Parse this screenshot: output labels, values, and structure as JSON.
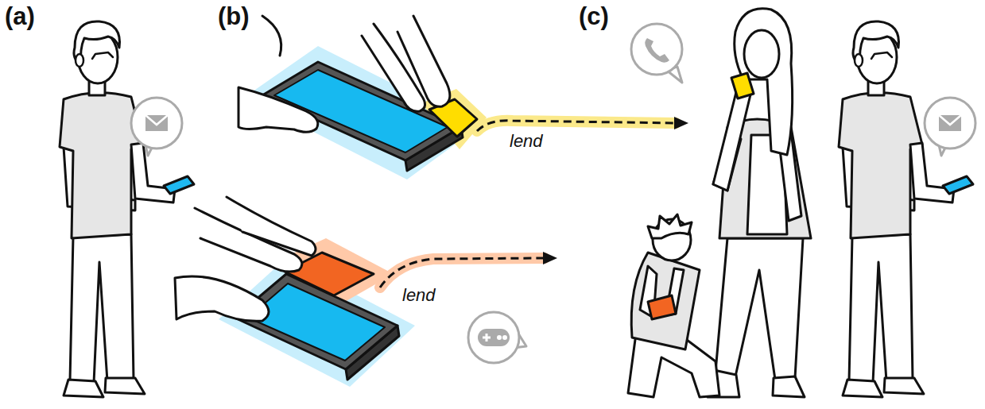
{
  "diagram": {
    "labels": [
      "(a)",
      "(b)",
      "(c)",
      "lend",
      "lend"
    ]
  }
}
